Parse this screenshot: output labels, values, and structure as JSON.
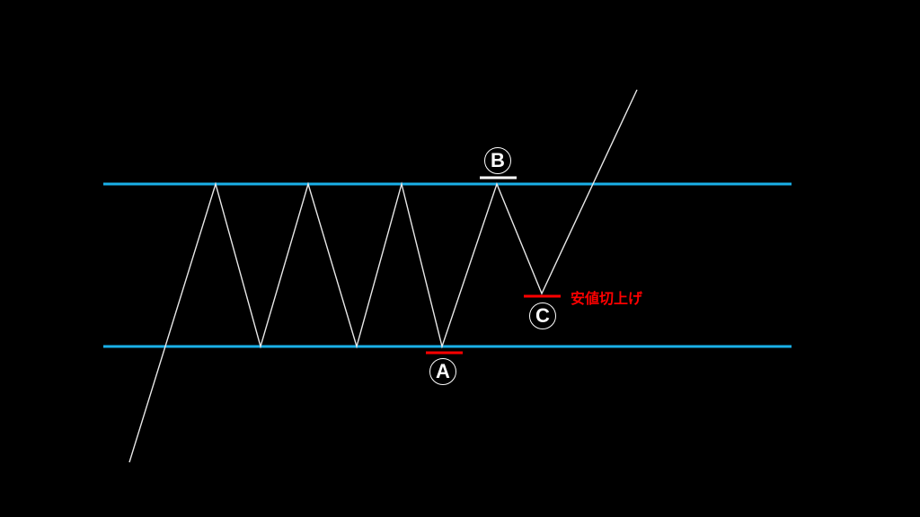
{
  "colors": {
    "band": "#1ab0e8",
    "price": "#e8e8e8",
    "marker_low": "#ff0000",
    "marker_high": "#ffffff",
    "label": "#ff0000"
  },
  "points": {
    "A": {
      "label": "A"
    },
    "B": {
      "label": "B"
    },
    "C": {
      "label": "C"
    }
  },
  "annotation": "安値切上げ"
}
